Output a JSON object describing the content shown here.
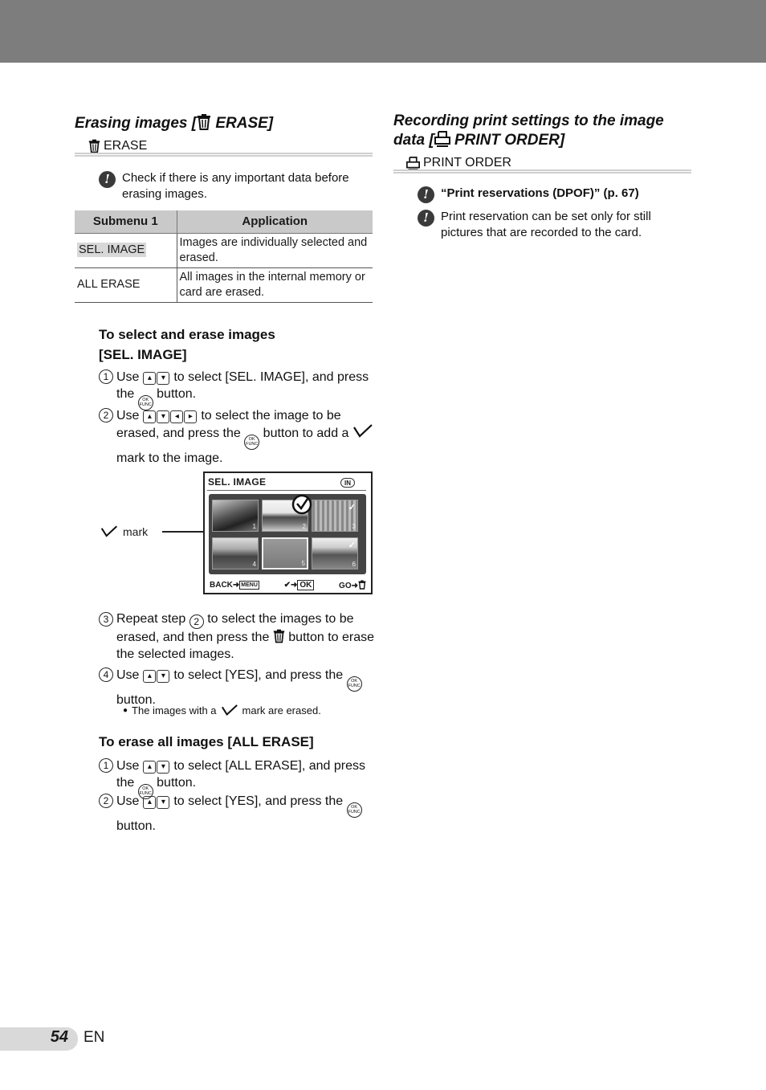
{
  "left": {
    "heading_pre": "Erasing images [",
    "heading_post": " ERASE]",
    "path_label": "ERASE",
    "note": "Check if there is any important data before erasing images.",
    "table": {
      "headers": [
        "Submenu 1",
        "Application"
      ],
      "rows": [
        [
          "SEL. IMAGE",
          "Images are individually selected and erased."
        ],
        [
          "ALL ERASE",
          "All images in the internal memory or card are erased."
        ]
      ]
    },
    "sel_heading_1": "To select and erase images",
    "sel_heading_2": "[SEL. IMAGE]",
    "steps": {
      "s1_num": "1",
      "s1_a": "Use",
      "s1_b": "to select [SEL. IMAGE], and press the",
      "s1_c": "button.",
      "s2_num": "2",
      "s2_a": "Use",
      "s2_b": "to select the image to be erased, and press the",
      "s2_c": "button to add a",
      "s2_d": "mark to the image.",
      "s3_num": "3",
      "s3_a": "Repeat step",
      "s3_ref": "2",
      "s3_b": "to select the images to be erased, and then press the",
      "s3_c": "button to erase the selected images.",
      "s4_num": "4",
      "s4_a": "Use",
      "s4_b": "to select [YES], and press the",
      "s4_c": "button."
    },
    "bullet_a": "The images with a",
    "bullet_b": "mark are erased.",
    "mark_label": "mark",
    "all_heading": "To erase all images [ALL ERASE]",
    "all_steps": {
      "a1_num": "1",
      "a1_a": "Use",
      "a1_b": "to select [ALL ERASE], and press the",
      "a1_c": "button.",
      "a2_num": "2",
      "a2_a": "Use",
      "a2_b": "to select [YES], and press the",
      "a2_c": "button."
    }
  },
  "screen": {
    "title": "SEL. IMAGE",
    "badge": "IN",
    "thumb_numbers": [
      "1",
      "2",
      "3",
      "4",
      "5",
      "6"
    ],
    "foot_back": "BACK",
    "foot_menu": "MENU",
    "foot_ok": "OK",
    "foot_go": "GO"
  },
  "right": {
    "heading_1": "Recording print settings to the image",
    "heading_2_pre": "data [",
    "heading_2_post": " PRINT ORDER]",
    "path_label": "PRINT ORDER",
    "note1": "“Print reservations (DPOF)” (p. 67)",
    "note2": "Print reservation can be set only for still pictures that are recorded to the card."
  },
  "footer": {
    "page": "54",
    "lang": "EN"
  },
  "icons": {
    "warning": "exclamation-circle-icon",
    "trash": "trash-icon",
    "print": "print-icon",
    "check": "check-mark-icon"
  },
  "colors": {
    "top_bar": "#7d7d7d",
    "table_header": "#c9c9c9",
    "page_tab": "#d9d9d9"
  }
}
